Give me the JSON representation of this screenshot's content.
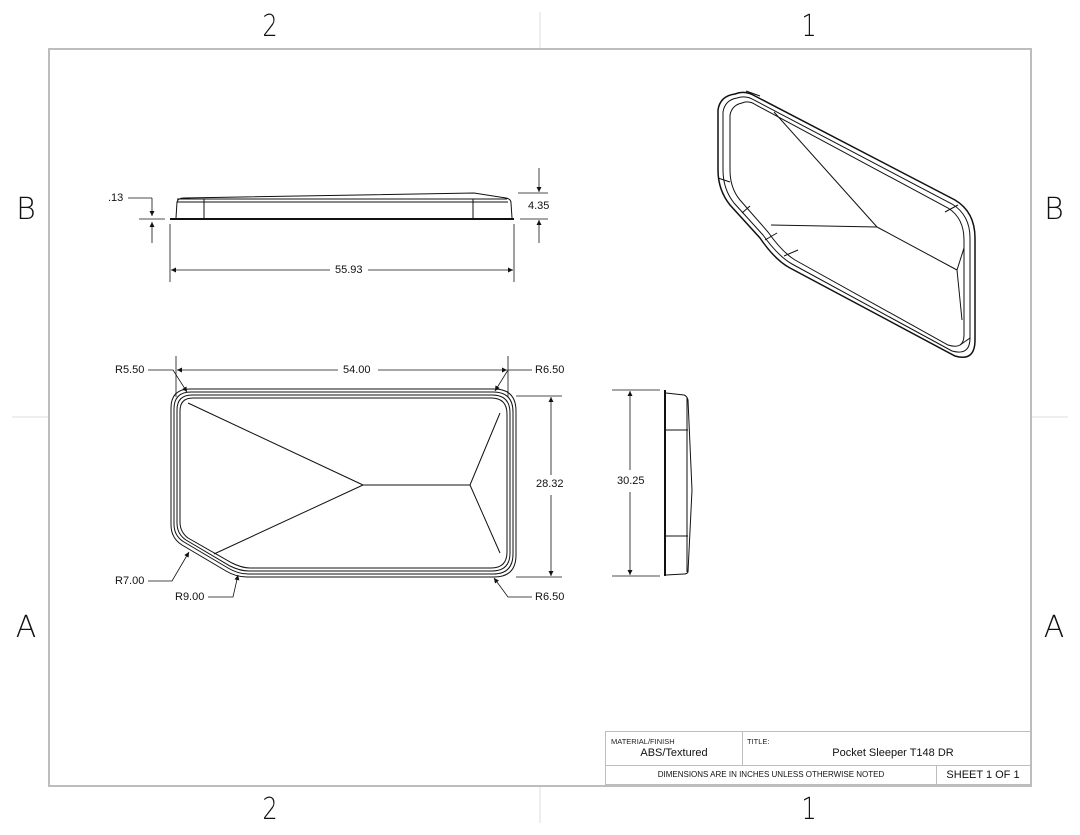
{
  "sheet": {
    "zones": {
      "top": [
        "2",
        "1"
      ],
      "bottom": [
        "2",
        "1"
      ],
      "left": [
        "B",
        "A"
      ],
      "right": [
        "B",
        "A"
      ]
    },
    "border_color": "#bdbdbd",
    "line_color": "#111111"
  },
  "views": {
    "front": {
      "dimensions": {
        "lip_thickness": ".13",
        "height": "4.35",
        "overall_length": "55.93"
      }
    },
    "top": {
      "dimensions": {
        "length": "54.00",
        "width": "28.32",
        "radius_top_left": "R5.50",
        "radius_top_right": "R6.50",
        "radius_bottom_right": "R6.50",
        "radius_chamfer_outer": "R7.00",
        "radius_chamfer_inner": "R9.00"
      }
    },
    "side": {
      "dimensions": {
        "overall_width": "30.25"
      }
    },
    "isometric": {}
  },
  "title_block": {
    "material_label": "MATERIAL/FINISH",
    "material_value": "ABS/Textured",
    "title_label": "TITLE:",
    "title_value": "Pocket Sleeper T148 DR",
    "units_note": "DIMENSIONS ARE IN INCHES UNLESS OTHERWISE NOTED",
    "sheet": "SHEET 1 OF 1"
  }
}
